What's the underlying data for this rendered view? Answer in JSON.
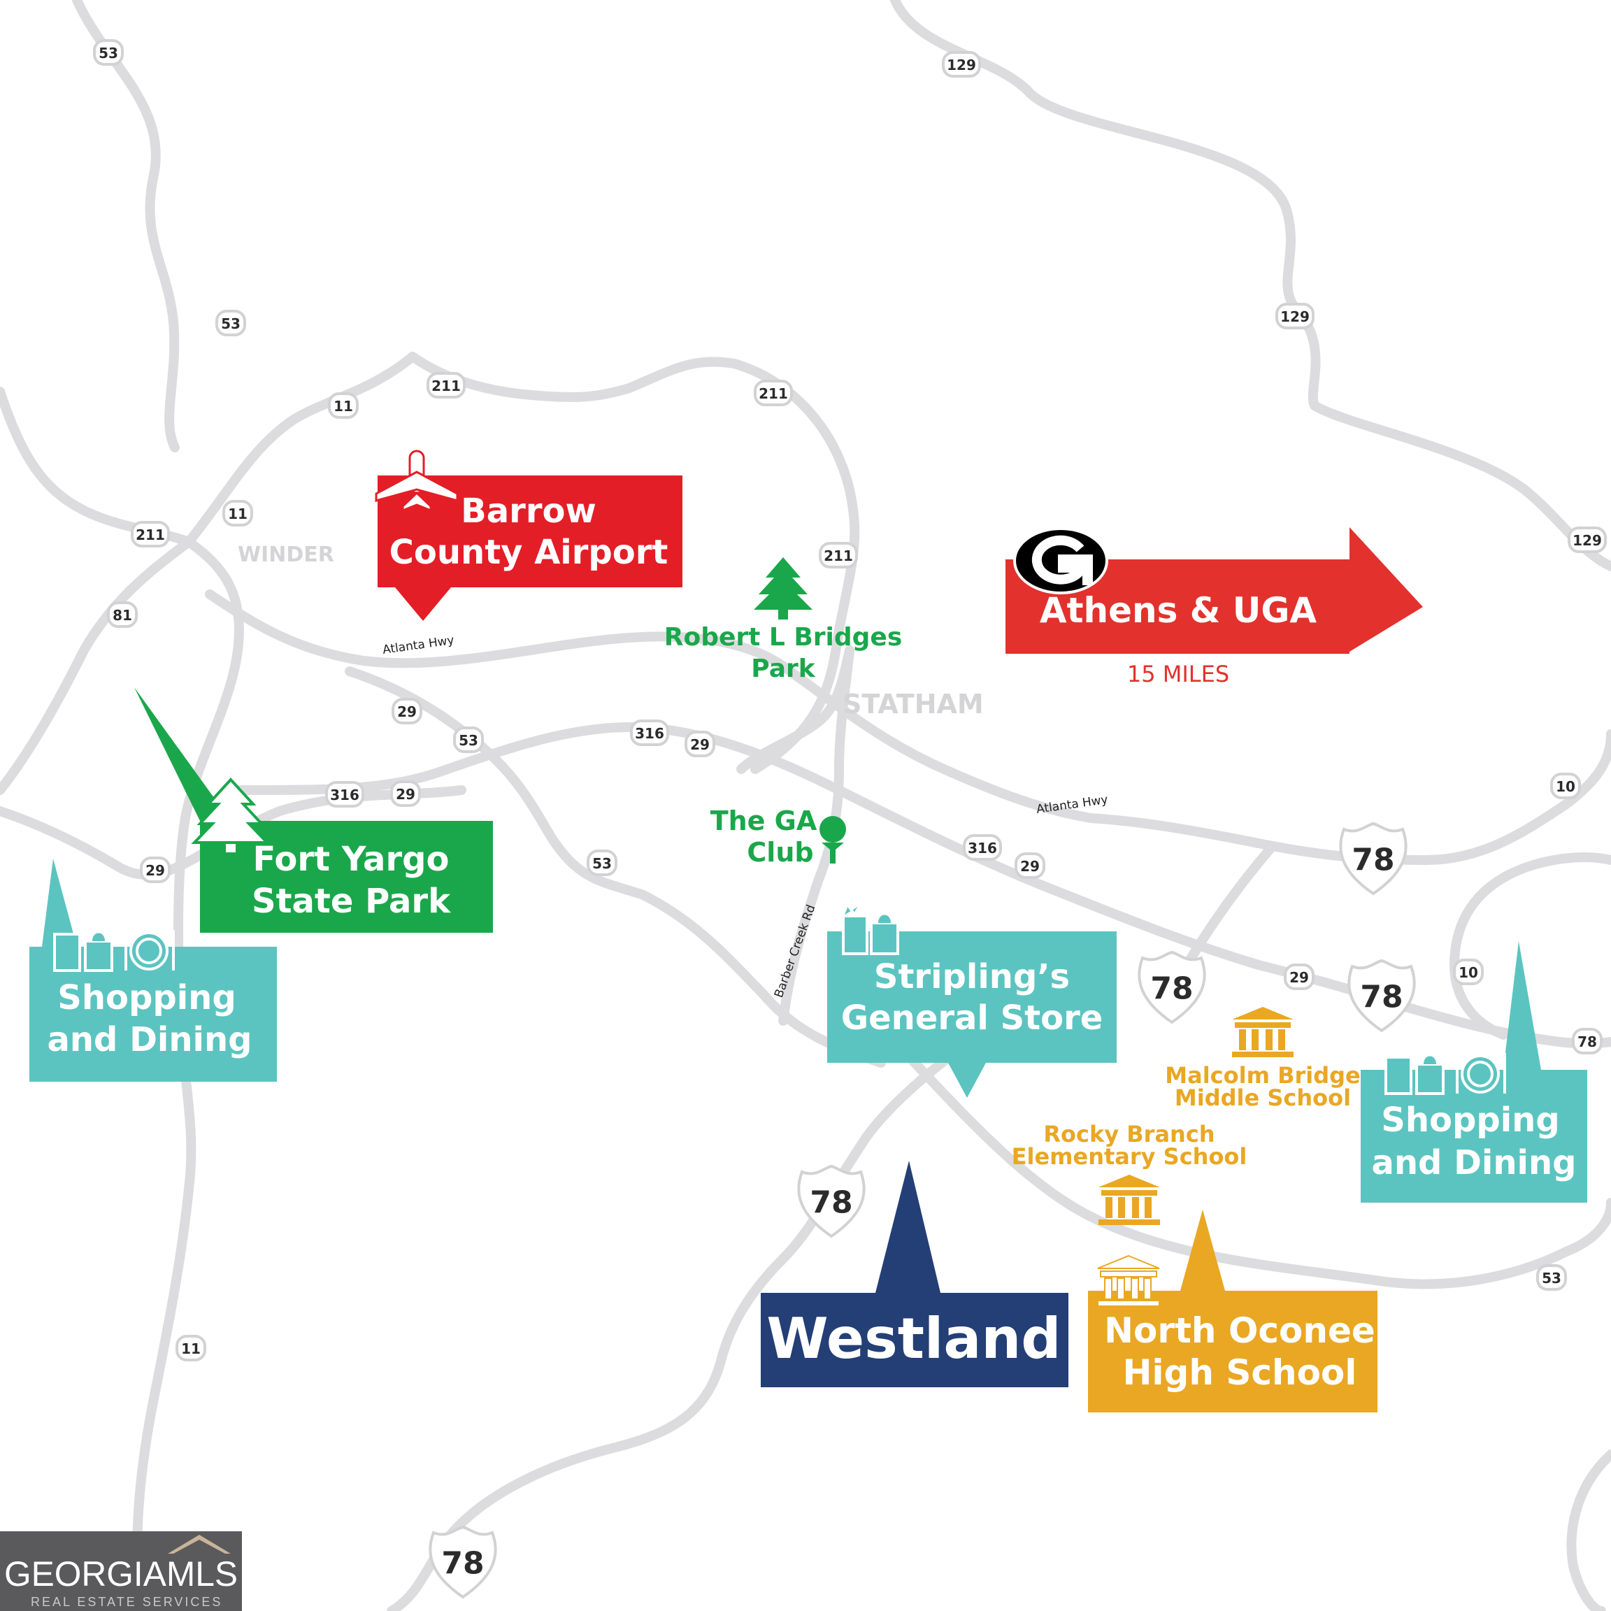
{
  "colors": {
    "airport_red": "#e41e26",
    "athens_red": "#e3312d",
    "park_green": "#1aa74b",
    "shop_teal": "#5bc4c0",
    "westland_navy": "#233f76",
    "school_gold": "#e9a723",
    "road_gray": "#dcdcde"
  },
  "towns": {
    "winder": "WINDER",
    "statham": "STATHAM"
  },
  "road_names": {
    "atlanta_hwy_1": "Atlanta Hwy",
    "atlanta_hwy_2": "Atlanta Hwy",
    "barber_creek": "Barber Creek Rd"
  },
  "shields": {
    "s53a": "53",
    "s129a": "129",
    "s53b": "53",
    "s129b": "129",
    "s211a": "211",
    "s11a": "11",
    "s211b": "211",
    "s11b": "11",
    "s211c": "211",
    "s129c": "129",
    "s211d": "211",
    "s81": "81",
    "s29a": "29",
    "s53c": "53",
    "s316a": "316",
    "s29b": "29",
    "s316b": "316",
    "s29c": "29",
    "s29d": "29",
    "s53d": "53",
    "s316c": "316",
    "s29e": "29",
    "s10a": "10",
    "s78a": "78",
    "s78b": "78",
    "s29f": "29",
    "s78c": "78",
    "s10b": "10",
    "s78d": "78",
    "s78e": "78",
    "s53e": "53",
    "s11c": "11",
    "s78f": "78"
  },
  "callouts": {
    "airport": {
      "line1": "Barrow",
      "line2": "County Airport",
      "icon": "airplane-icon"
    },
    "athens": {
      "line1": "Athens & UGA",
      "distance": "15 MILES",
      "icon": "georgia-g-logo"
    },
    "bridges_park": {
      "line1": "Robert L Bridges",
      "line2": "Park",
      "icon": "tree-icon"
    },
    "fort_yargo": {
      "line1": "Fort Yargo",
      "line2": "State Park",
      "icon": "tree-icon"
    },
    "shop_left": {
      "line1": "Shopping",
      "line2": "and Dining",
      "icon": "shopping-dining-icon"
    },
    "ga_club": {
      "line1": "The GA",
      "line2": "Club",
      "icon": "golf-icon"
    },
    "striplings": {
      "line1": "Stripling’s",
      "line2": "General Store",
      "icon": "shopping-bags-icon"
    },
    "malcolm": {
      "line1": "Malcolm Bridge",
      "line2": "Middle School",
      "icon": "school-icon"
    },
    "rocky": {
      "line1": "Rocky Branch",
      "line2": "Elementary School",
      "icon": "school-icon"
    },
    "shop_right": {
      "line1": "Shopping",
      "line2": "and Dining",
      "icon": "shopping-dining-icon"
    },
    "westland": {
      "line1": "Westland"
    },
    "north_oconee": {
      "line1": "North Oconee",
      "line2": "High School",
      "icon": "school-icon"
    }
  },
  "logo": {
    "text": "GEORGIAMLS",
    "tagline": "REAL ESTATE SERVICES"
  }
}
